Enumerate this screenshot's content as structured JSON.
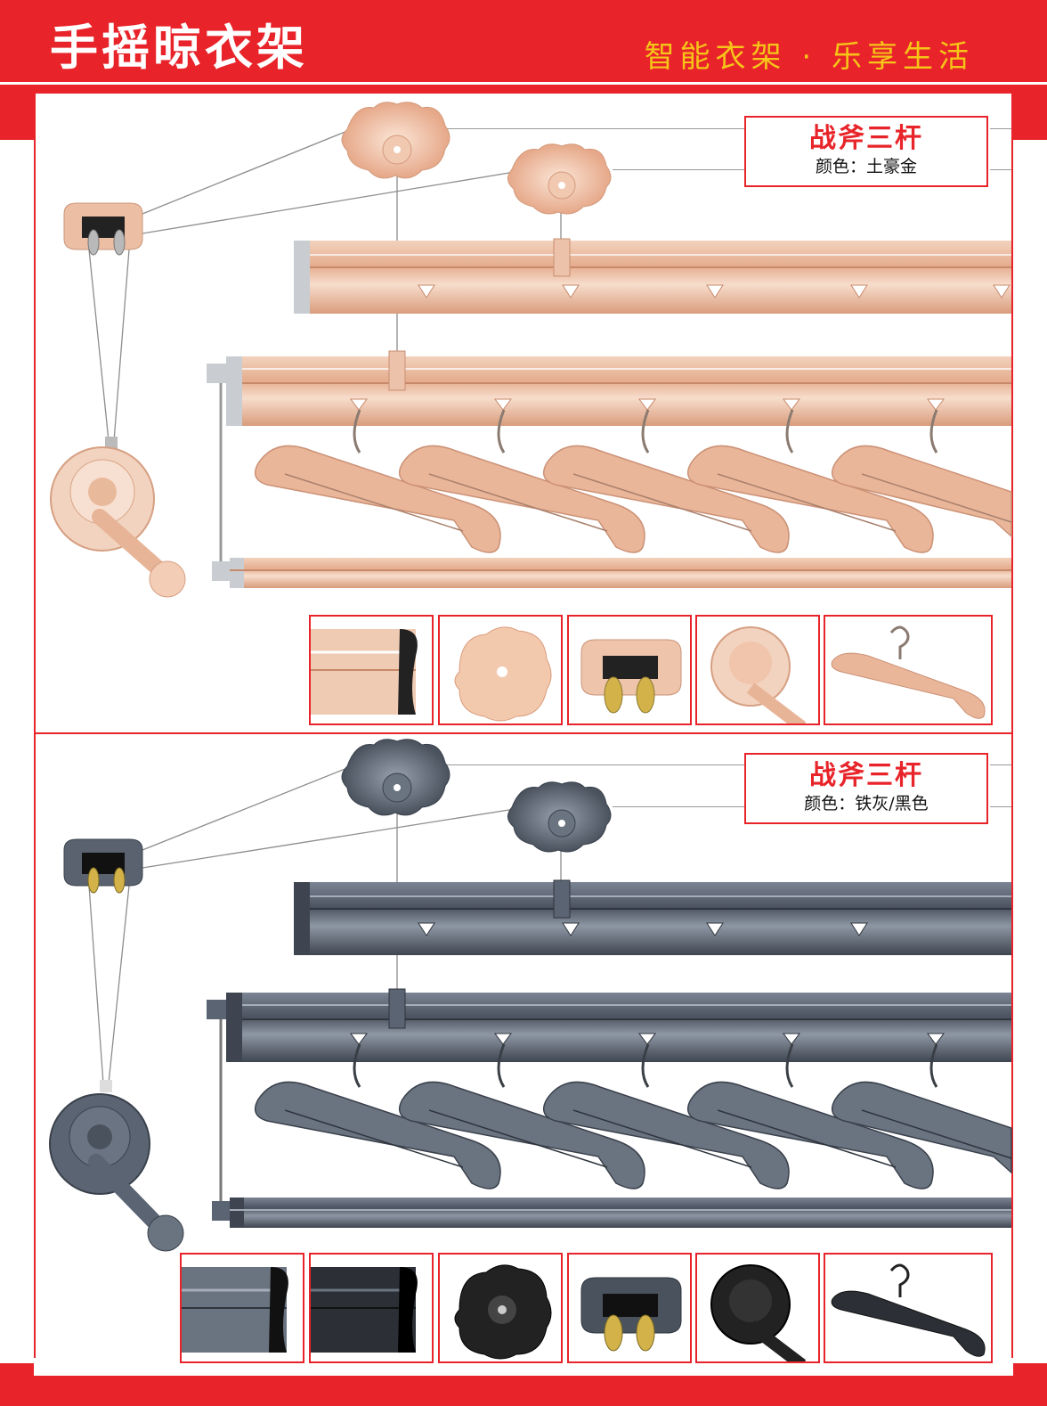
{
  "header": {
    "title": "手摇晾衣架",
    "slogan": "智能衣架 · 乐享生活"
  },
  "products": [
    {
      "name": "战斧三杆",
      "color_label": "颜色：土豪金",
      "theme": {
        "main": "#e9b79a",
        "light": "#f6d9c6",
        "dark": "#c98f70",
        "cap": "#c9cdd2",
        "hook": "#8a7a70"
      }
    },
    {
      "name": "战斧三杆",
      "color_label": "颜色：铁灰/黑色",
      "theme": {
        "main": "#5b6472",
        "light": "#8a93a0",
        "dark": "#3a414c",
        "cap": "#4a525e",
        "hook": "#3a3f46"
      }
    }
  ],
  "thumbnails_gold": [
    "rail-profile",
    "ceiling-pulley",
    "cable-bracket",
    "hand-crank",
    "hanger"
  ],
  "thumbnails_grey": [
    "rail-profile-grey",
    "rail-profile-black",
    "ceiling-pulley-black",
    "cable-bracket",
    "hand-crank-black",
    "hanger-black"
  ]
}
